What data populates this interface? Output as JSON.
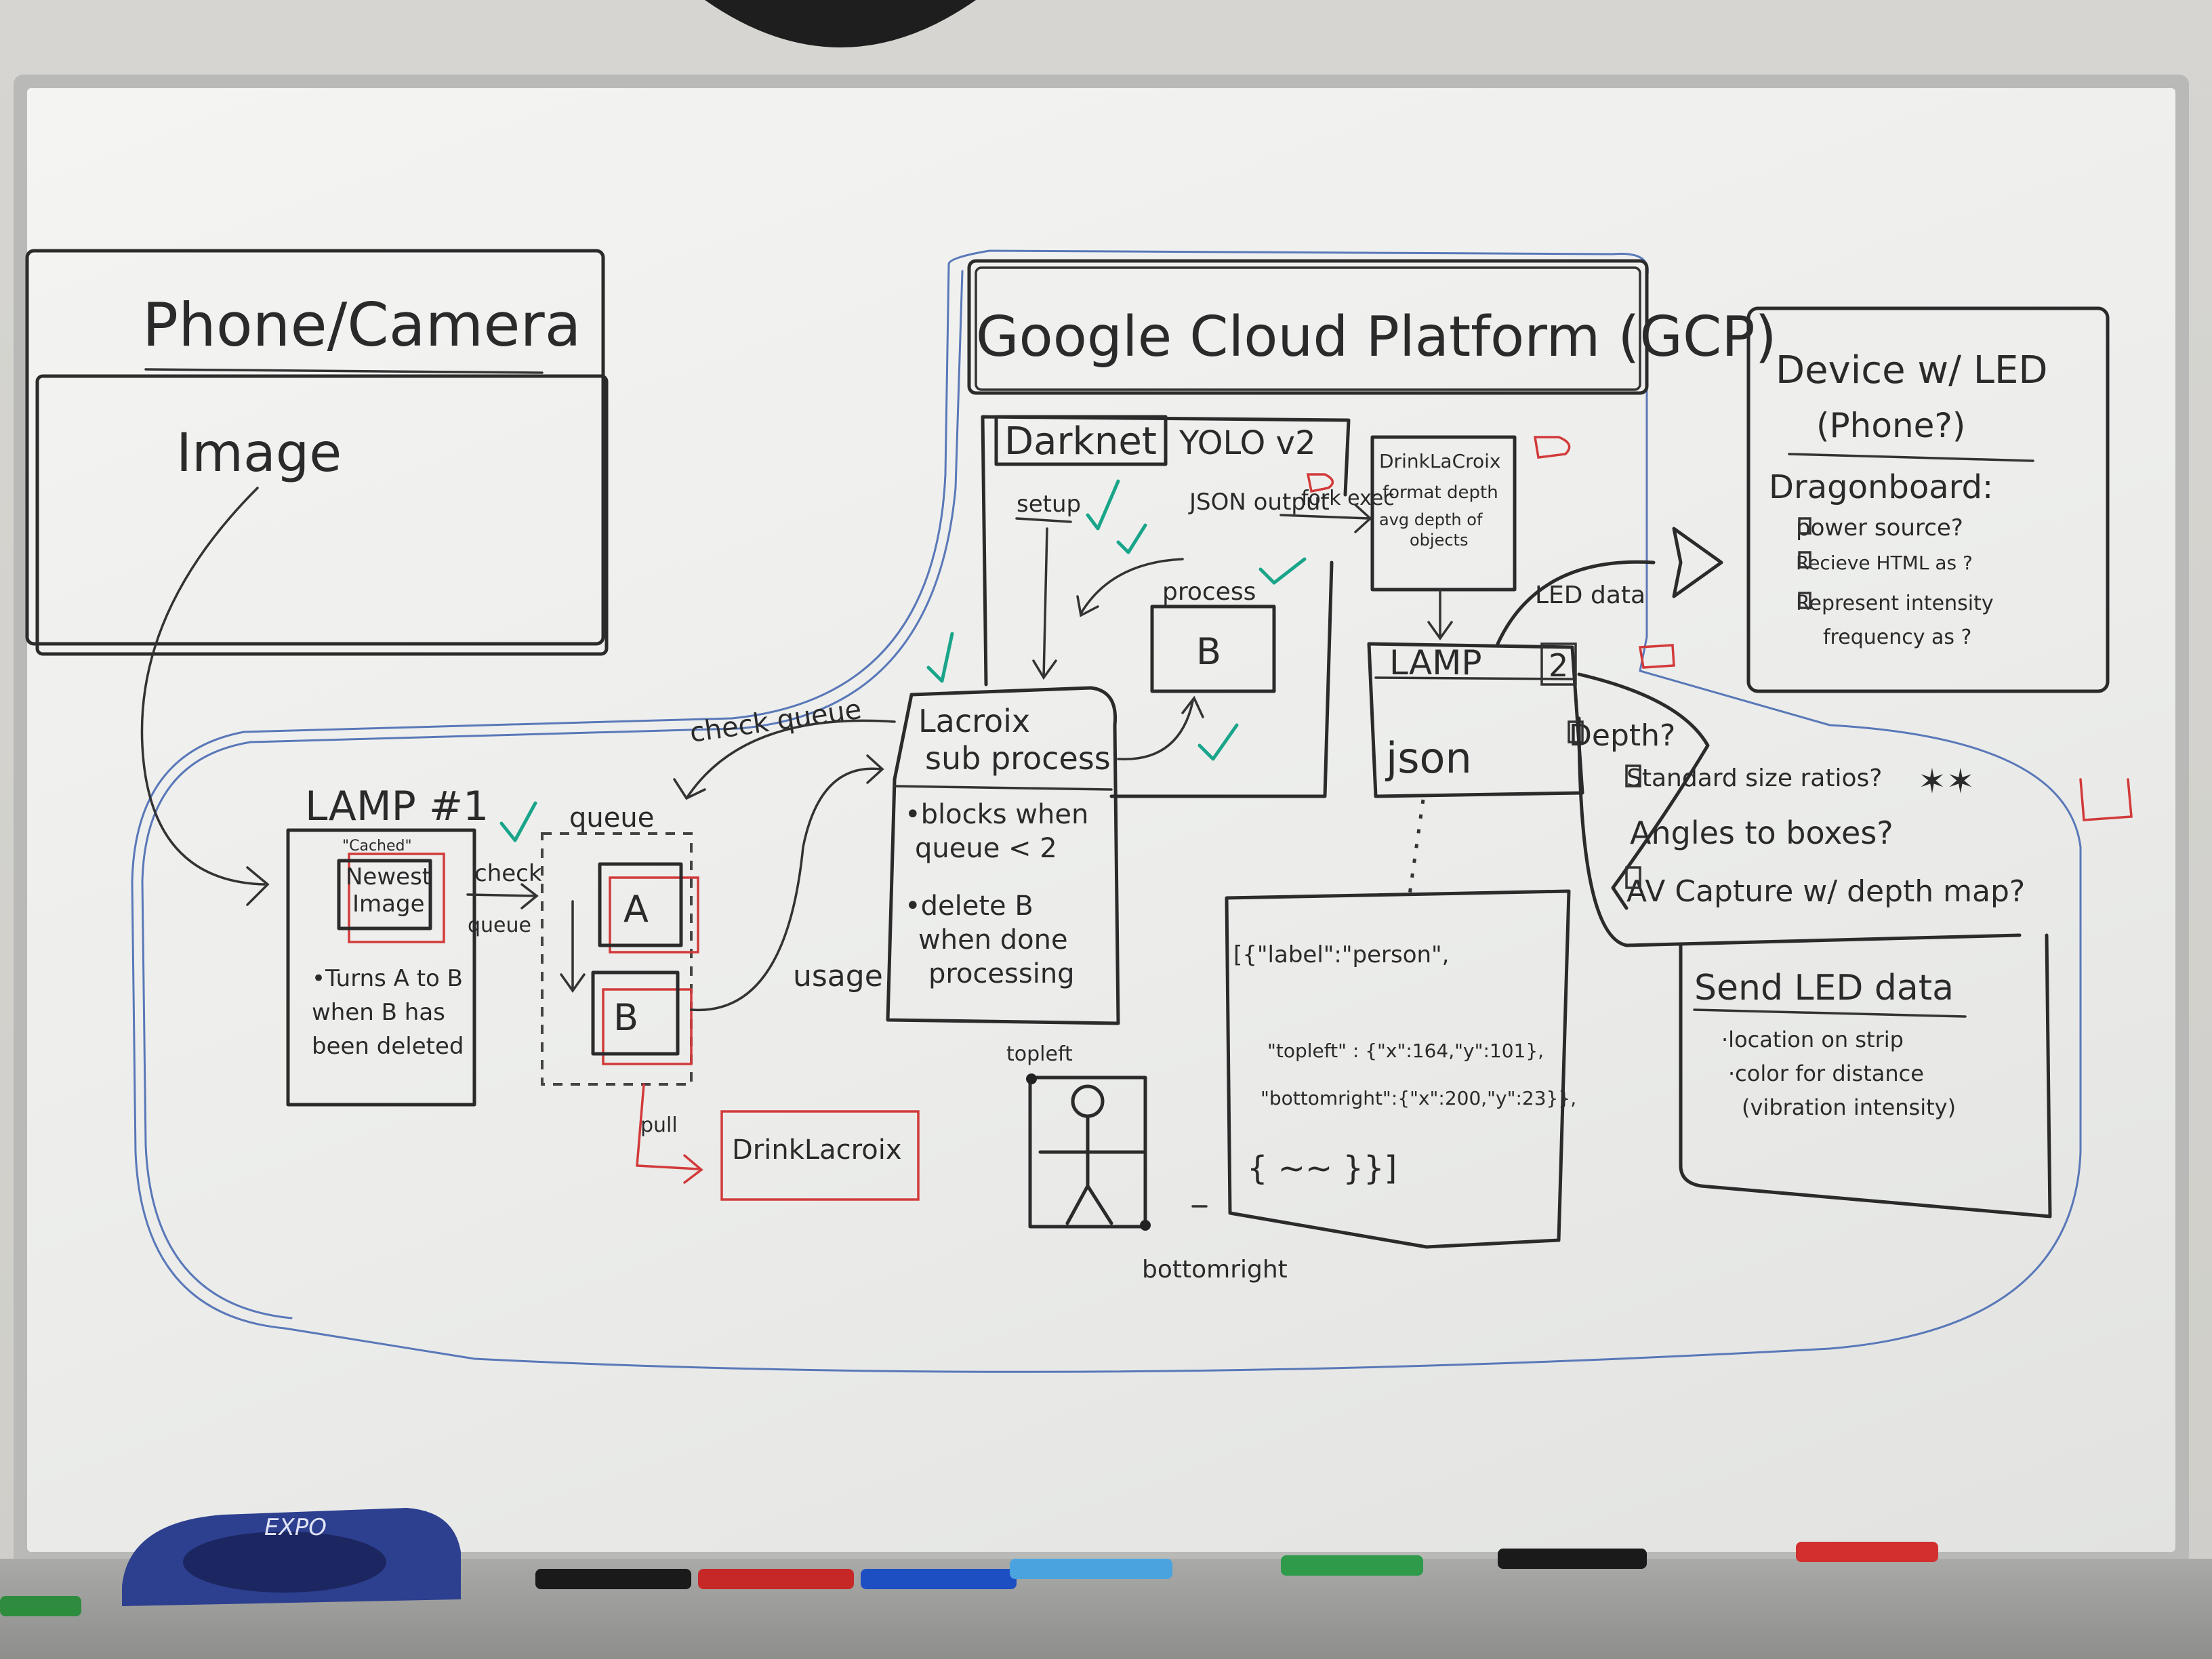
{
  "phone_camera": {
    "title": "Phone/Camera",
    "image_label": "Image"
  },
  "gcp": {
    "title": "Google Cloud Platform (GCP)"
  },
  "darknet": {
    "label": "Darknet",
    "yolo": "YOLO v2",
    "setup": "setup",
    "json_output": "JSON output",
    "fork_exec": "fork exec",
    "process": "process",
    "b": "B"
  },
  "drinklacroix_box": {
    "line1": "DrinkLaCroix",
    "line2": "format depth",
    "line3": "avg depth of",
    "line4": "objects"
  },
  "device": {
    "title": "Device w/ LED",
    "subtitle": "(Phone?)",
    "dragonboard": "Dragonboard:",
    "items": [
      "power source?",
      "Recieve HTML as ?",
      "Represent intensity",
      "frequency as ?"
    ]
  },
  "lamp1": {
    "title": "LAMP #1",
    "cached": "\"Cached\"",
    "newest": "Newest",
    "image": "Image",
    "check": "check",
    "queue_arrow": "queue",
    "note1": "•Turns A to B",
    "note2": "when B has",
    "note3": "been deleted"
  },
  "queue": {
    "title": "queue",
    "a": "A",
    "b": "B",
    "pull": "pull",
    "drinklacroix": "DrinkLacroix"
  },
  "lacroix": {
    "title1": "Lacroix",
    "title2": "sub process",
    "bullet1a": "•blocks when",
    "bullet1b": "queue < 2",
    "bullet2a": "•delete B",
    "bullet2b": "when done",
    "bullet2c": "processing",
    "check_queue": "check queue",
    "usage": "usage"
  },
  "lamp2": {
    "title": "LAMP",
    "num": "2",
    "json": "json",
    "led_data": "LED data",
    "items": [
      "Depth?",
      "Standard size ratios?",
      "Angles to boxes?",
      "AV Capture w/ depth map?"
    ]
  },
  "json_box": {
    "line1": "[{\"label\":\"person\",",
    "line2": "\"topleft\" : {\"x\":164,\"y\":101},",
    "line3": "\"bottomright\":{\"x\":200,\"y\":23}},",
    "line4": "{ ~~ }}]"
  },
  "person": {
    "topleft": "topleft",
    "bottomright": "bottomright"
  },
  "send_led": {
    "title": "Send LED data",
    "line1": "·location on strip",
    "line2": "·color for distance",
    "line3": "(vibration intensity)"
  },
  "tray": {
    "eraser_brand": "EXPO"
  },
  "colors": {
    "black_ink": "#2b2b2b",
    "blue_ink": "#5a78b8",
    "red_ink": "#d23a3a",
    "green_ink": "#1aa58a",
    "eraser_blue": "#2d3f8f"
  }
}
